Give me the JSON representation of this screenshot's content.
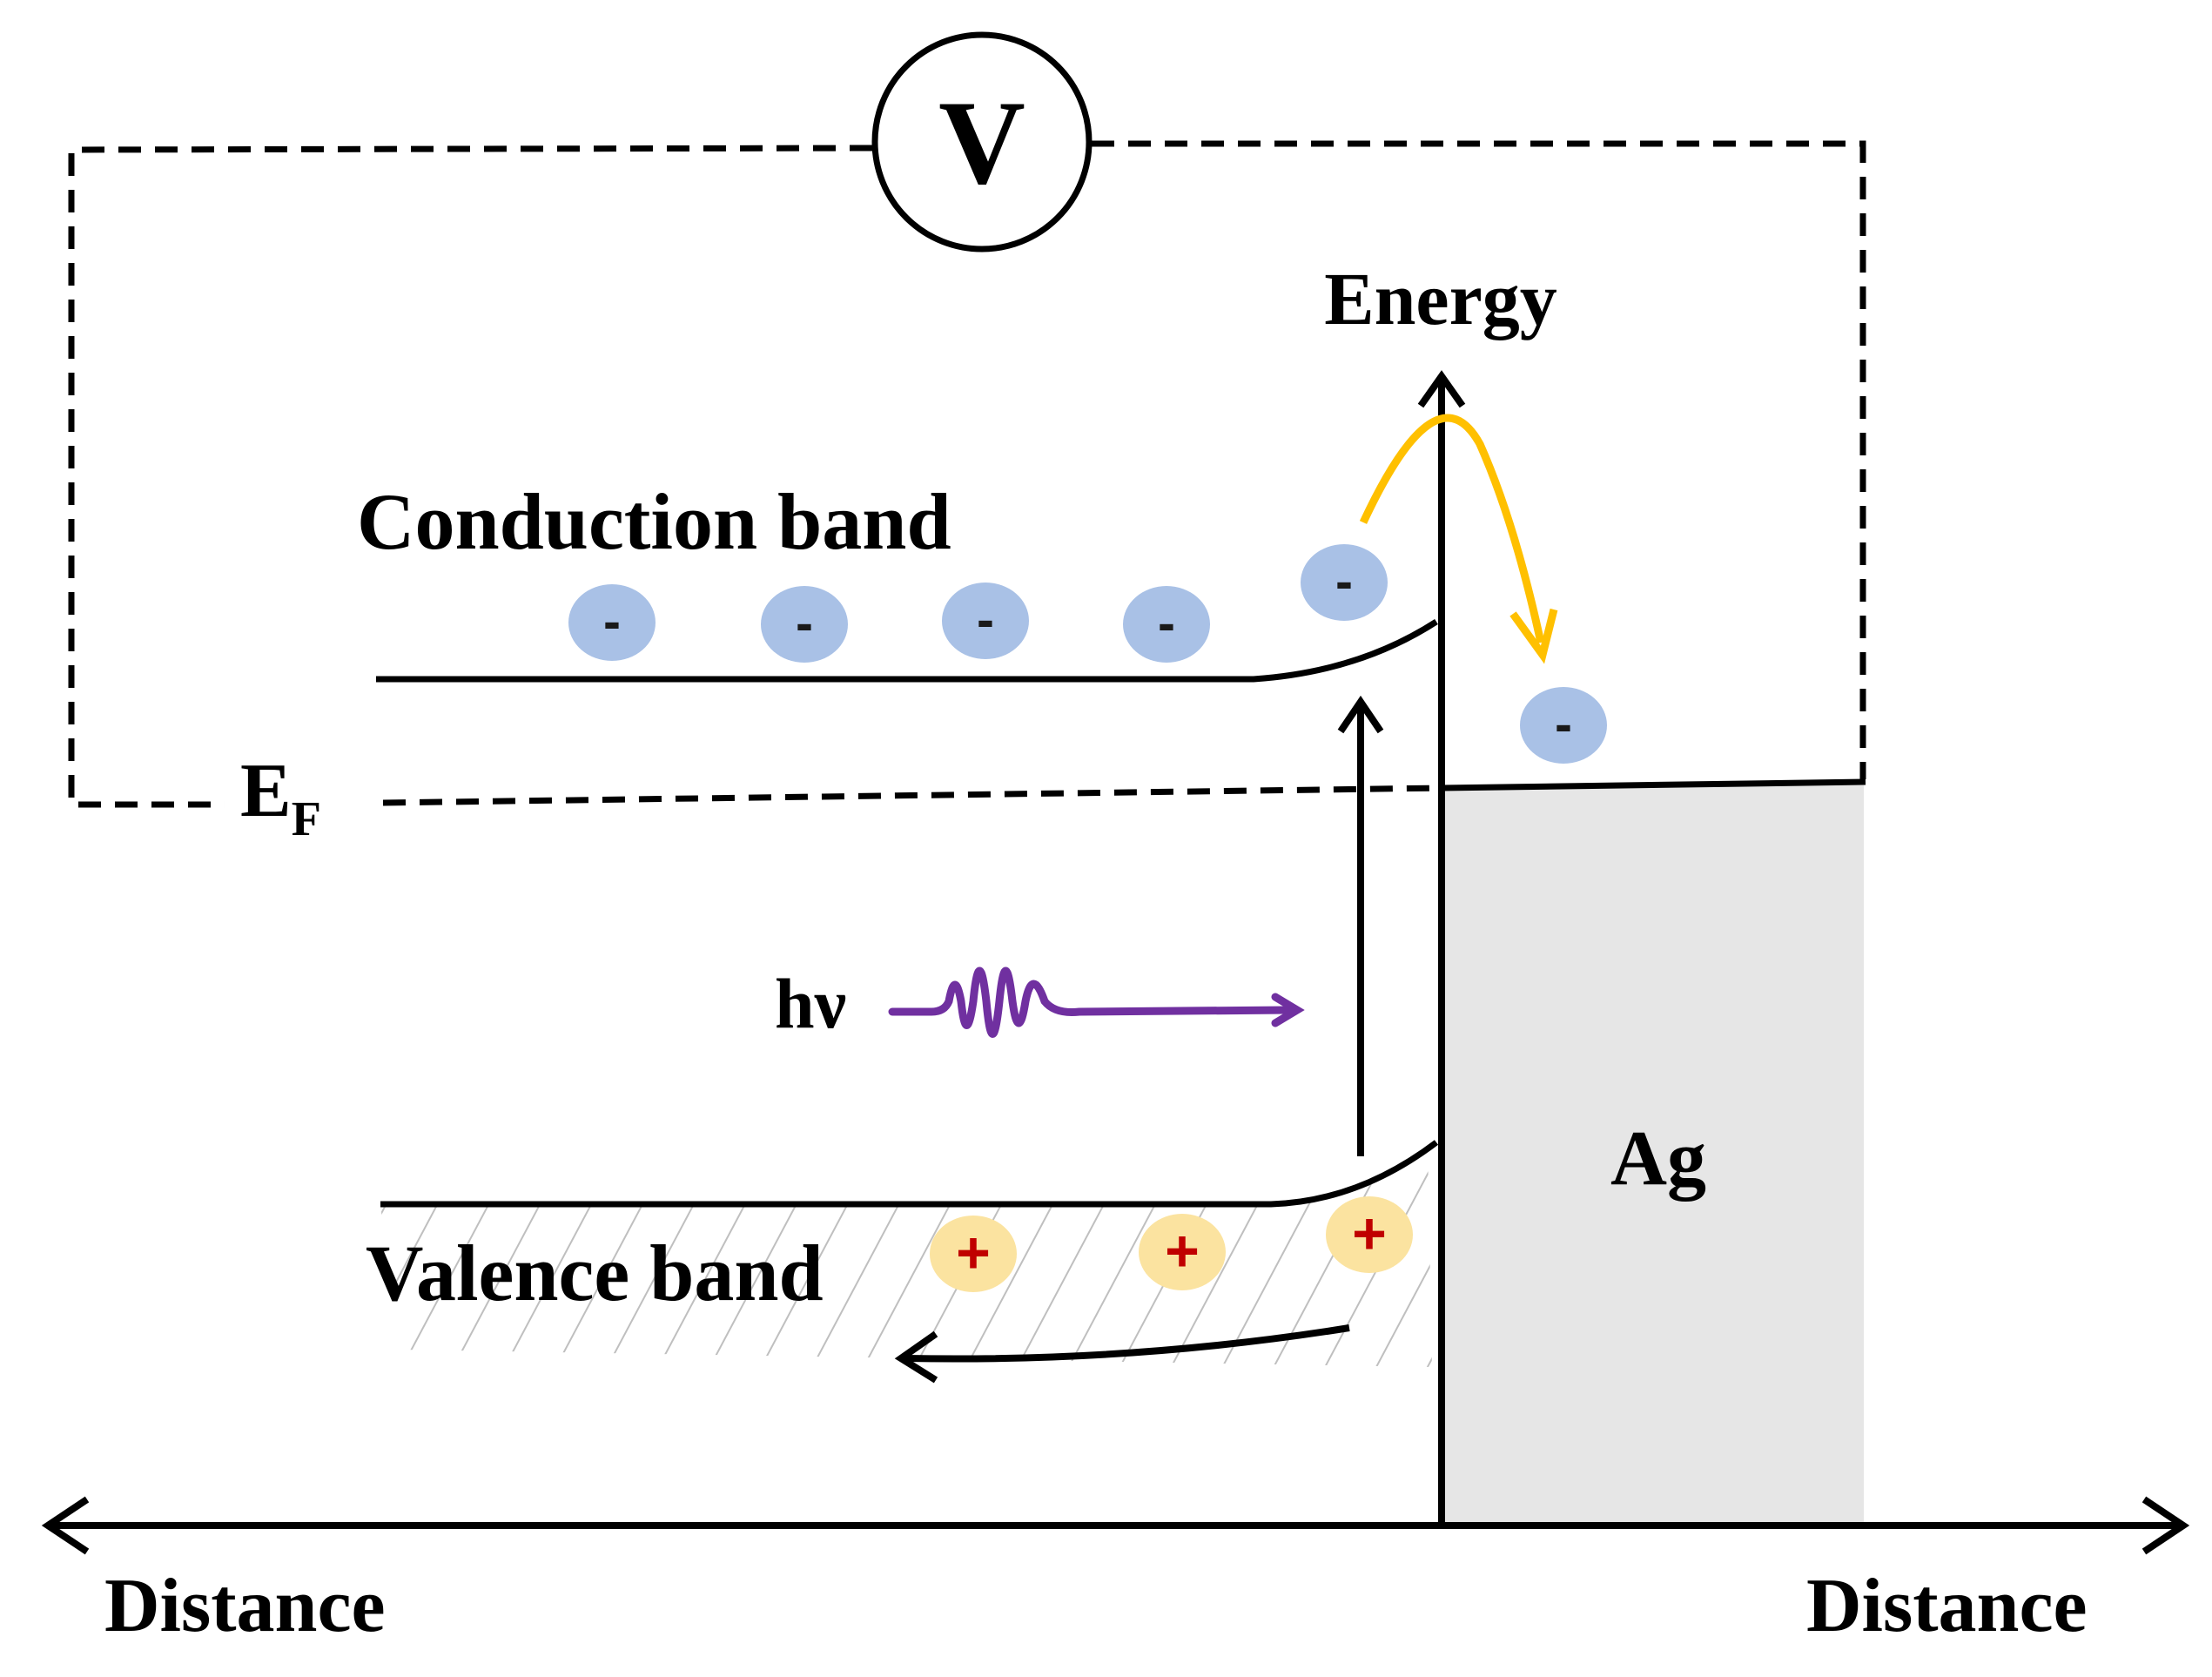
{
  "colors": {
    "line": "#000000",
    "electron": "#a9c1e6",
    "electron_sign": "#1a1a1a",
    "hole": "#fbe3a0",
    "hole_sign": "#c00000",
    "photon": "#7030a0",
    "transfer_arrow": "#ffc000",
    "metal_fill": "#e6e6e6",
    "hatch": "#bfbfbf"
  },
  "labels": {
    "voltmeter": "V",
    "energy_axis": "Energy",
    "conduction_band": "Conduction band",
    "valence_band": "Valence band",
    "fermi_main": "E",
    "fermi_sub": "F",
    "photon": "hν",
    "metal": "Ag",
    "distance_left": "Distance",
    "distance_right": "Distance"
  },
  "charges": {
    "electron_sign": "-",
    "hole_sign": "+",
    "electron_count": 6,
    "hole_count": 3
  }
}
